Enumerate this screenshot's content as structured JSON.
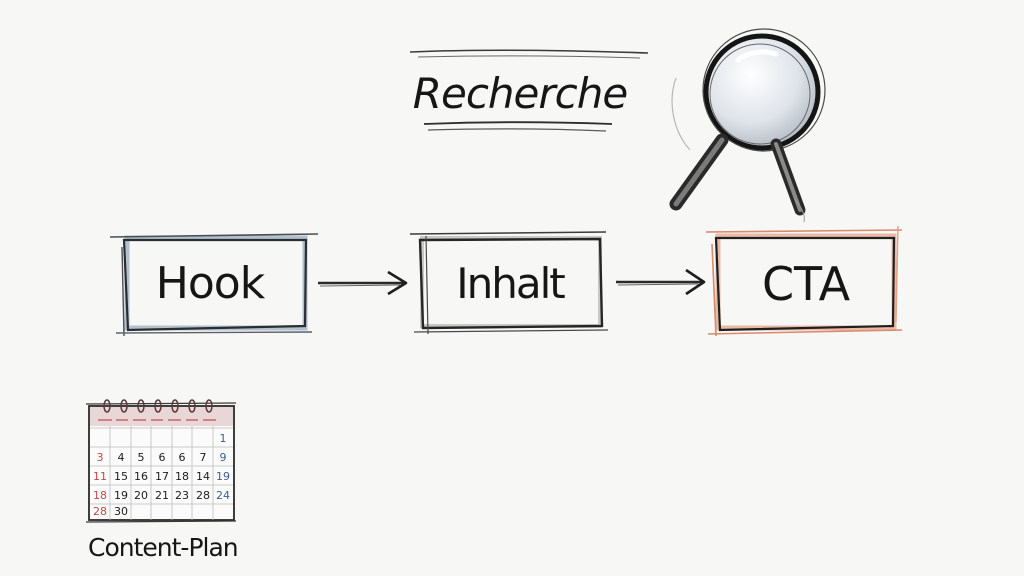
{
  "title": {
    "text": "Recherche"
  },
  "steps": [
    {
      "label": "Hook",
      "stroke": "#4a4f56",
      "accent": "#9fb3c4"
    },
    {
      "label": "Inhalt",
      "stroke": "#3c3c3c",
      "accent": "#a8a8a8"
    },
    {
      "label": "CTA",
      "stroke": "#d98a6a",
      "accent": "#e2a084"
    }
  ],
  "calendar": {
    "caption": "Content-Plan",
    "rows": [
      [
        "",
        "",
        "",
        "",
        "",
        "",
        "1"
      ],
      [
        "3",
        "4",
        "5",
        "6",
        "6",
        "7",
        "9"
      ],
      [
        "11",
        "15",
        "16",
        "17",
        "18",
        "14",
        "19"
      ],
      [
        "18",
        "19",
        "20",
        "21",
        "23",
        "28",
        "24"
      ],
      [
        "28",
        "30",
        "",
        "",
        "",
        "",
        ""
      ]
    ],
    "colors": {
      "ring": "#5a3a3a",
      "header": "#c05050",
      "weekend": "#c04848",
      "blue": "#3a5f8a"
    }
  },
  "icons": {
    "magnifier": "magnifier-icon",
    "calendar": "calendar-icon"
  }
}
